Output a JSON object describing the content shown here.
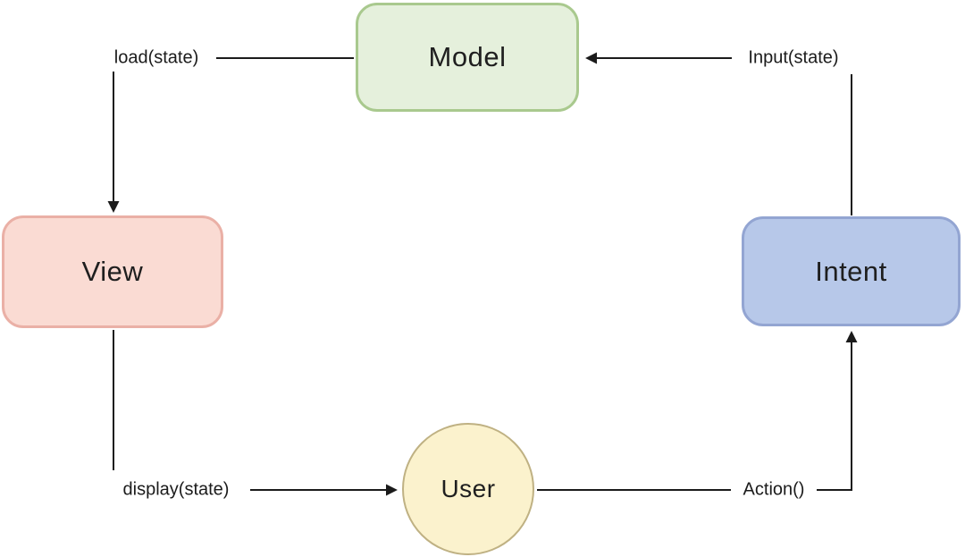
{
  "diagram": {
    "line_color": "#1b1b1b",
    "nodes": {
      "model": {
        "label": "Model",
        "shape": "rounded-rect",
        "fill": "#e5f0dc",
        "border": "#a9c98e"
      },
      "view": {
        "label": "View",
        "shape": "rounded-rect",
        "fill": "#fadbd3",
        "border": "#eab0a6"
      },
      "intent": {
        "label": "Intent",
        "shape": "rounded-rect",
        "fill": "#b7c8e9",
        "border": "#93a5d2"
      },
      "user": {
        "label": "User",
        "shape": "circle",
        "fill": "#fbf2cd",
        "border": "#bfb183"
      }
    },
    "edges": {
      "load": {
        "label": "load(state)",
        "from": "Model",
        "to": "View"
      },
      "input": {
        "label": "Input(state)",
        "from": "Intent",
        "to": "Model"
      },
      "display": {
        "label": "display(state)",
        "from": "View",
        "to": "User"
      },
      "action": {
        "label": "Action()",
        "from": "User",
        "to": "Intent"
      }
    }
  }
}
